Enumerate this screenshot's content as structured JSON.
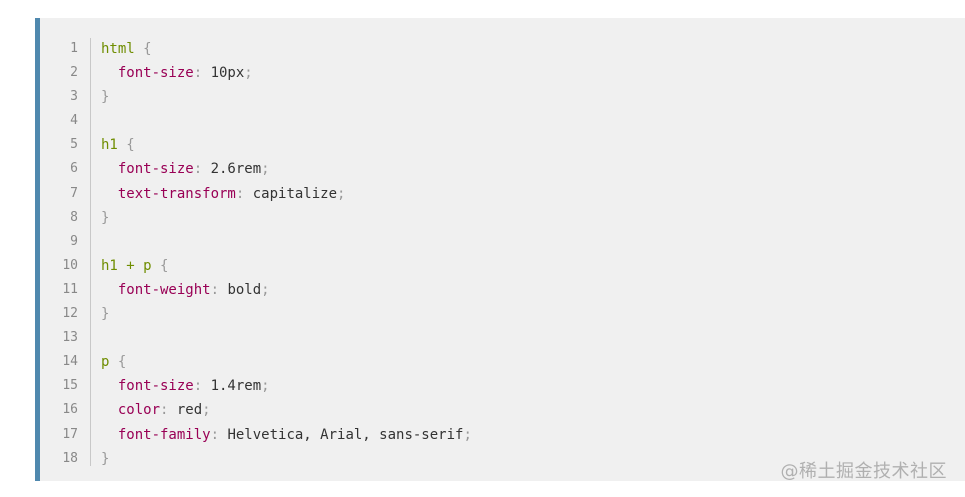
{
  "code": {
    "lines": [
      {
        "num": "1",
        "selector": "html",
        "brace": " {"
      },
      {
        "num": "2",
        "indent": "  ",
        "prop": "font-size",
        "punct": ": ",
        "value": "10px",
        "end": ";"
      },
      {
        "num": "3",
        "brace_close": "}"
      },
      {
        "num": "4"
      },
      {
        "num": "5",
        "selector": "h1",
        "brace": " {"
      },
      {
        "num": "6",
        "indent": "  ",
        "prop": "font-size",
        "punct": ": ",
        "value": "2.6rem",
        "end": ";"
      },
      {
        "num": "7",
        "indent": "  ",
        "prop": "text-transform",
        "punct": ": ",
        "value": "capitalize",
        "end": ";"
      },
      {
        "num": "8",
        "brace_close": "}"
      },
      {
        "num": "9"
      },
      {
        "num": "10",
        "selector": "h1 + p",
        "brace": " {"
      },
      {
        "num": "11",
        "indent": "  ",
        "prop": "font-weight",
        "punct": ": ",
        "value": "bold",
        "end": ";"
      },
      {
        "num": "12",
        "brace_close": "}"
      },
      {
        "num": "13"
      },
      {
        "num": "14",
        "selector": "p",
        "brace": " {"
      },
      {
        "num": "15",
        "indent": "  ",
        "prop": "font-size",
        "punct": ": ",
        "value": "1.4rem",
        "end": ";"
      },
      {
        "num": "16",
        "indent": "  ",
        "prop": "color",
        "punct": ": ",
        "value": "red",
        "end": ";"
      },
      {
        "num": "17",
        "indent": "  ",
        "prop": "font-family",
        "punct": ": ",
        "value": "Helvetica, Arial, sans-serif",
        "end": ";"
      },
      {
        "num": "18",
        "brace_close": "}"
      }
    ]
  },
  "watermark": "@稀土掘金技术社区",
  "colors": {
    "accent_bar": "#4f88ae",
    "background": "#f0f0f0",
    "selector": "#6f8d00",
    "property": "#990055",
    "punctuation": "#999999",
    "text": "#333333",
    "line_number": "#888888"
  }
}
